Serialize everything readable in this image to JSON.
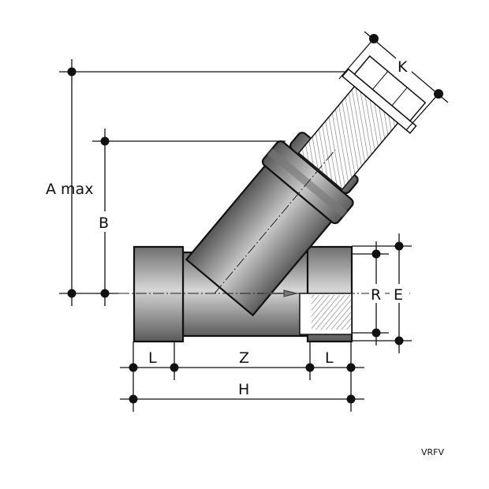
{
  "labels": {
    "k": "K",
    "a_max": "A max",
    "b": "B",
    "l_left": "L",
    "z": "Z",
    "l_right": "L",
    "h": "H",
    "r": "R",
    "e": "E"
  },
  "product_code": "VRFV",
  "colors": {
    "body": "#8a8a8a",
    "light": "#d8d8d8",
    "outline": "#111111"
  }
}
